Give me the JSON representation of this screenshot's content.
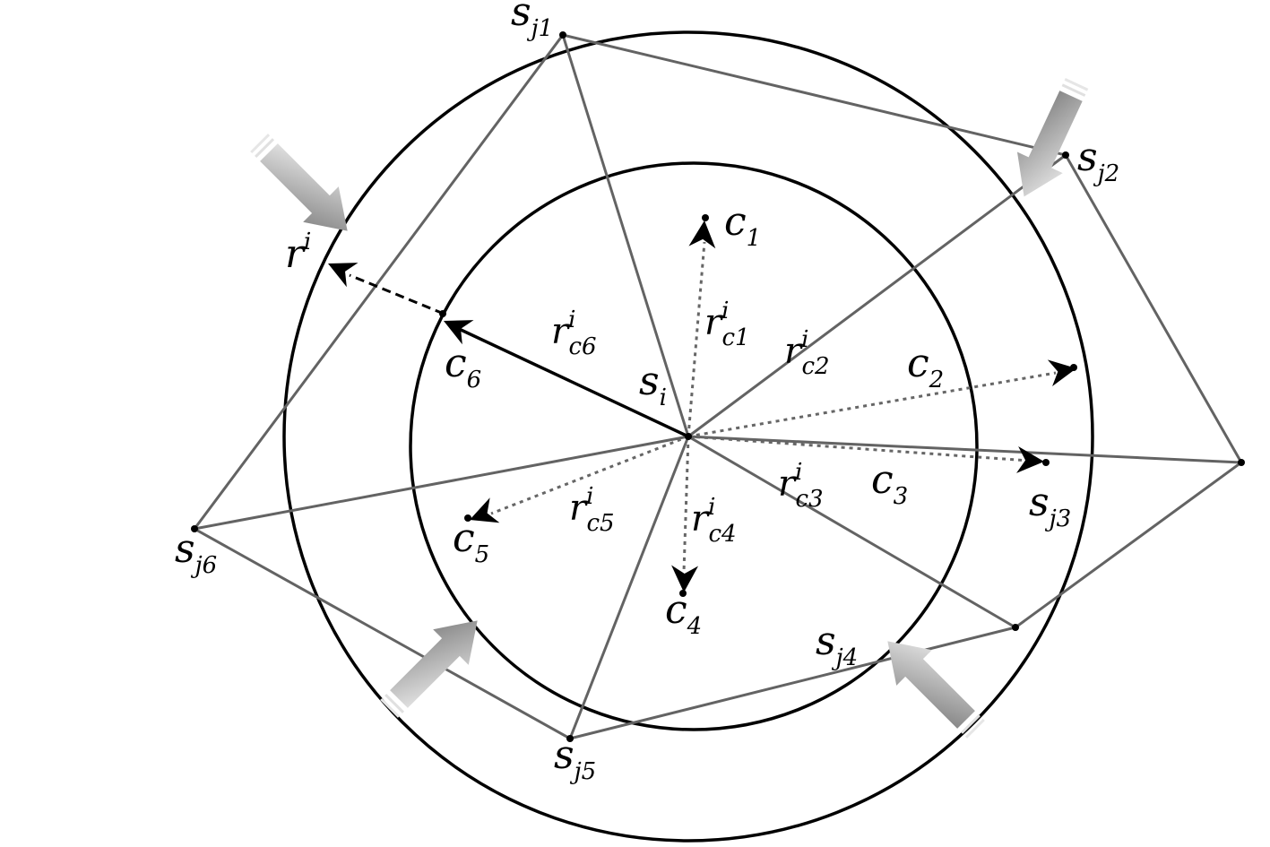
{
  "diagram": {
    "agent": {
      "base": "s",
      "sub": "i"
    },
    "neighbors": [
      {
        "base": "s",
        "sub": "j1"
      },
      {
        "base": "s",
        "sub": "j2"
      },
      {
        "base": "s",
        "sub": "j3"
      },
      {
        "base": "s",
        "sub": "j4"
      },
      {
        "base": "s",
        "sub": "j5"
      },
      {
        "base": "s",
        "sub": "j6"
      }
    ],
    "centers": [
      {
        "base": "c",
        "sub": "1"
      },
      {
        "base": "c",
        "sub": "2"
      },
      {
        "base": "c",
        "sub": "3"
      },
      {
        "base": "c",
        "sub": "4"
      },
      {
        "base": "c",
        "sub": "5"
      },
      {
        "base": "c",
        "sub": "6"
      }
    ],
    "radius_label": {
      "base": "r",
      "sup": "i"
    },
    "center_radii": [
      {
        "base": "r",
        "sup": "i",
        "sub": "c1"
      },
      {
        "base": "r",
        "sup": "i",
        "sub": "c2"
      },
      {
        "base": "r",
        "sup": "i",
        "sub": "c3"
      },
      {
        "base": "r",
        "sup": "i",
        "sub": "c4"
      },
      {
        "base": "r",
        "sup": "i",
        "sub": "c5"
      },
      {
        "base": "r",
        "sup": "i",
        "sub": "c6"
      }
    ],
    "colors": {
      "circle": "#000000",
      "edge": "#636363",
      "dotted": "#666666",
      "arrow_dark": "#7f7f7f",
      "arrow_light": "#e6e6e6"
    }
  }
}
